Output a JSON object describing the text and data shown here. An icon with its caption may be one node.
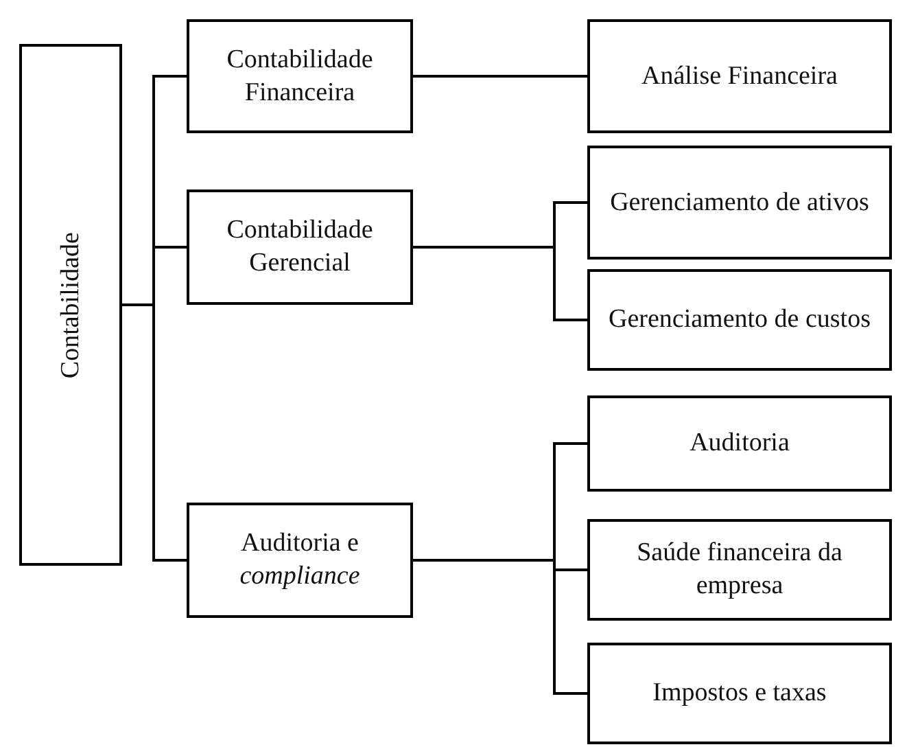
{
  "diagram": {
    "nodes": [
      {
        "text": [
          "Contabilidade"
        ]
      },
      {
        "text": [
          "Contabilidade Financeira"
        ]
      },
      {
        "text": [
          "Análise Financeira"
        ]
      },
      {
        "text": [
          "Contabilidade Gerencial"
        ]
      },
      {
        "text": [
          "Gerenciamento de ativos"
        ]
      },
      {
        "text": [
          "Gerenciamento de custos"
        ]
      },
      {
        "text": [
          "Auditoria e *compliance*"
        ]
      },
      {
        "text": [
          "Auditoria"
        ]
      },
      {
        "text": [
          "Saúde financeira da empresa"
        ]
      },
      {
        "text": [
          "Impostos e taxas"
        ]
      }
    ],
    "edges": [
      {
        "from": 0,
        "to": 1,
        "arrow": "none"
      },
      {
        "from": 0,
        "to": 3,
        "arrow": "none"
      },
      {
        "from": 0,
        "to": 6,
        "arrow": "none"
      },
      {
        "from": 1,
        "to": 2,
        "arrow": "none"
      },
      {
        "from": 3,
        "to": 4,
        "arrow": "none"
      },
      {
        "from": 3,
        "to": 5,
        "arrow": "none"
      },
      {
        "from": 6,
        "to": 7,
        "arrow": "none"
      },
      {
        "from": 6,
        "to": 8,
        "arrow": "none"
      },
      {
        "from": 6,
        "to": 9,
        "arrow": "none"
      }
    ]
  }
}
